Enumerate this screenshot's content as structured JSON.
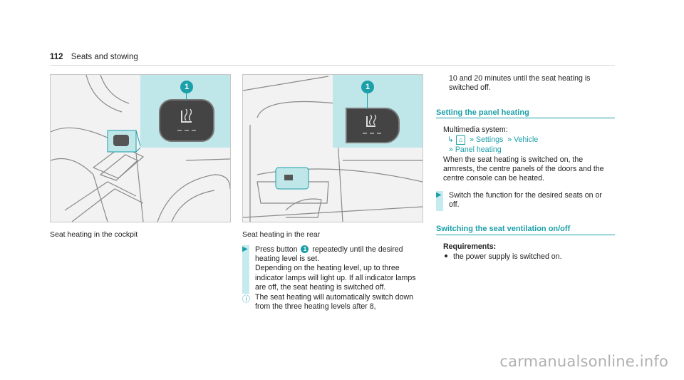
{
  "header": {
    "page_number": "112",
    "section": "Seats and stowing"
  },
  "figures": [
    {
      "caption": "Seat heating in the cockpit",
      "callout": "1"
    },
    {
      "caption": "Seat heating in the rear",
      "callout": "1"
    }
  ],
  "column2": {
    "step1_before": "Press button ",
    "step1_callout": "1",
    "step1_after": " repeatedly until the desired heating level is set.",
    "step1_line2": "Depending on the heating level, up to three indicator lamps will light up. If all indicator lamps are off, the seat heating is switched off.",
    "note_text": "The seat heating will automatically switch down from the three heating levels after 8,"
  },
  "column3": {
    "continuation": "10 and 20 minutes until the seat heating is switched off.",
    "section1": {
      "title": "Setting the panel heating",
      "system_label": "Multimedia system:",
      "menu_settings": "Settings",
      "menu_vehicle": "Vehicle",
      "menu_panel": "Panel heating",
      "body": "When the seat heating is switched on, the armrests, the centre panels of the doors and the centre console can be heated.",
      "step": "Switch the function for the desired seats on or off."
    },
    "section2": {
      "title": "Switching the seat ventilation on/off",
      "req_label": "Requirements:",
      "req_item": "the power supply is switched on."
    }
  },
  "watermark": "carmanualsonline.info",
  "colors": {
    "accent": "#1b9fa9",
    "highlight": "#bfe7ea"
  }
}
